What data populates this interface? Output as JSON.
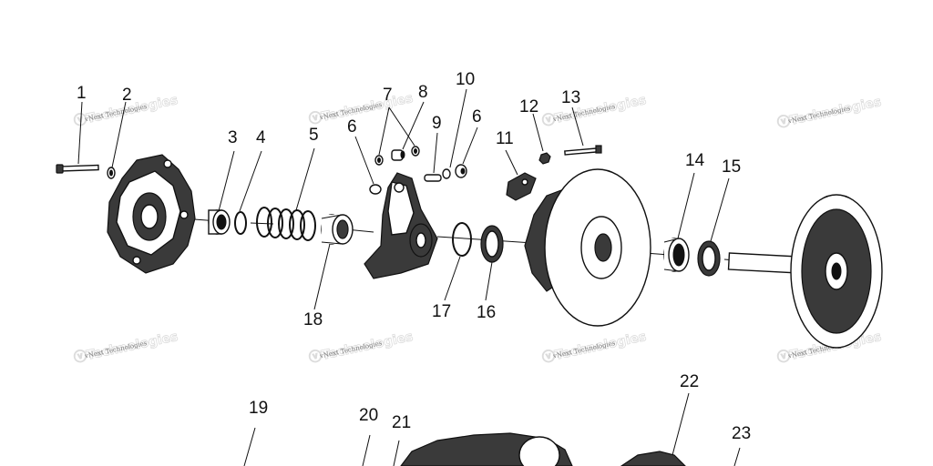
{
  "diagram": {
    "callouts": [
      {
        "id": "1",
        "label": "1"
      },
      {
        "id": "2",
        "label": "2"
      },
      {
        "id": "3",
        "label": "3"
      },
      {
        "id": "4",
        "label": "4"
      },
      {
        "id": "5",
        "label": "5"
      },
      {
        "id": "6a",
        "label": "6"
      },
      {
        "id": "7",
        "label": "7"
      },
      {
        "id": "8",
        "label": "8"
      },
      {
        "id": "9",
        "label": "9"
      },
      {
        "id": "10",
        "label": "10"
      },
      {
        "id": "6b",
        "label": "6"
      },
      {
        "id": "11",
        "label": "11"
      },
      {
        "id": "12",
        "label": "12"
      },
      {
        "id": "13",
        "label": "13"
      },
      {
        "id": "14",
        "label": "14"
      },
      {
        "id": "15",
        "label": "15"
      },
      {
        "id": "16",
        "label": "16"
      },
      {
        "id": "17",
        "label": "17"
      },
      {
        "id": "18",
        "label": "18"
      },
      {
        "id": "19",
        "label": "19"
      },
      {
        "id": "20",
        "label": "20"
      },
      {
        "id": "21",
        "label": "21"
      },
      {
        "id": "22",
        "label": "22"
      },
      {
        "id": "23",
        "label": "23"
      }
    ],
    "watermark_text": "vNext Technologies"
  }
}
